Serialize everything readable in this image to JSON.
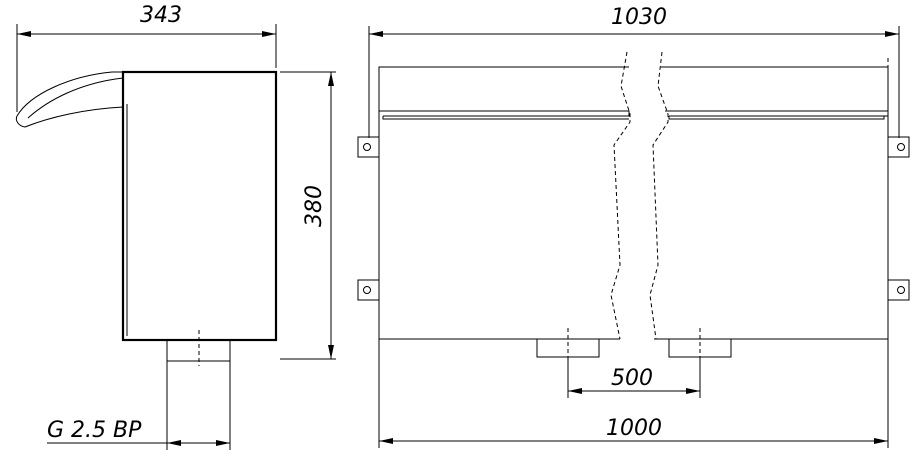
{
  "drawing": {
    "side_view": {
      "width_label": "343",
      "height_label": "380",
      "thread_label": "G 2.5 BP"
    },
    "front_view": {
      "overall_width_label": "1030",
      "body_width_label": "1000",
      "outlet_spacing_label": "500"
    }
  }
}
